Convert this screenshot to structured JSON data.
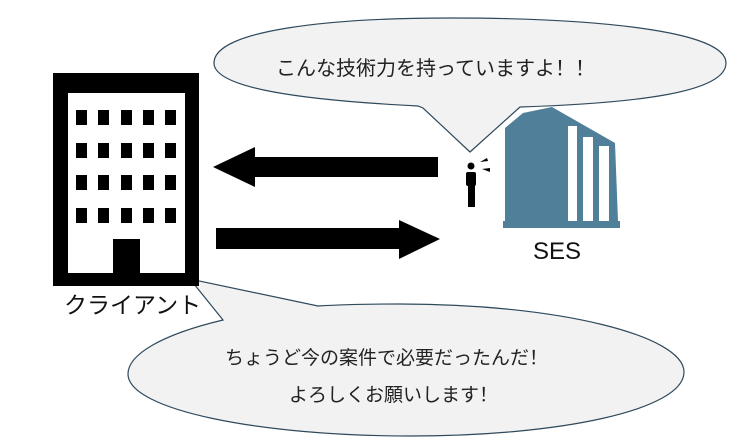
{
  "diagram": {
    "client": {
      "label": "クライアント",
      "icon": "office-building-icon",
      "color": "#000000"
    },
    "ses": {
      "label": "SES",
      "icon": "company-building-icon",
      "color": "#4f7f99"
    },
    "person": {
      "icon": "speaking-person-icon",
      "color": "#000000"
    },
    "arrows": [
      {
        "direction": "left",
        "from": "SES",
        "to": "クライアント"
      },
      {
        "direction": "right",
        "from": "クライアント",
        "to": "SES"
      }
    ],
    "ses_bubble": {
      "text": "こんな技術力を持っていますよ！！",
      "fill": "#f2f2f2",
      "stroke": "#2f4a5c"
    },
    "client_bubble": {
      "lines": [
        "ちょうど今の案件で必要だったんだ！",
        "よろしくお願いします！"
      ],
      "fill": "#f2f2f2",
      "stroke": "#2f4a5c"
    }
  }
}
